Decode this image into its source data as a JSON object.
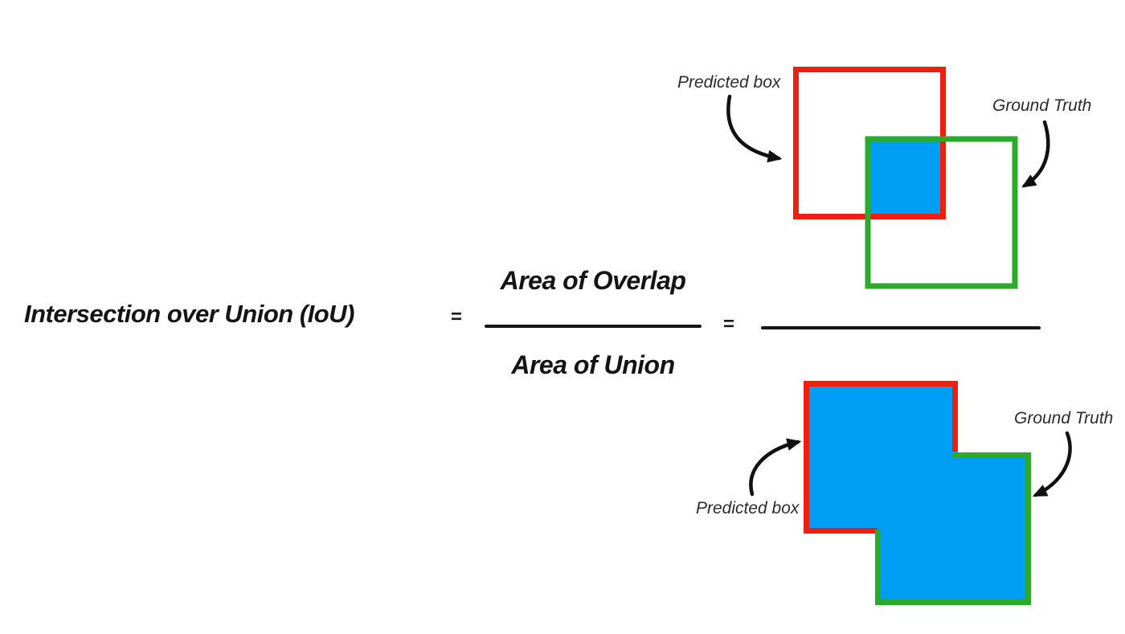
{
  "title": "Intersection over Union (IoU)",
  "equation": {
    "equals_1": "=",
    "equals_2": "="
  },
  "fraction": {
    "numerator": "Area of Overlap",
    "denominator": "Area of Union"
  },
  "figures": {
    "overlap_figure": {
      "predicted_box_label": "Predicted box",
      "ground_truth_label": "Ground Truth"
    },
    "union_figure": {
      "predicted_box_label": "Predicted box",
      "ground_truth_label": "Ground Truth"
    }
  },
  "colors": {
    "predicted-red": "#ed1f0f",
    "ground-truth-green": "#2baa2b",
    "overlap-blue": "#009ff5"
  }
}
